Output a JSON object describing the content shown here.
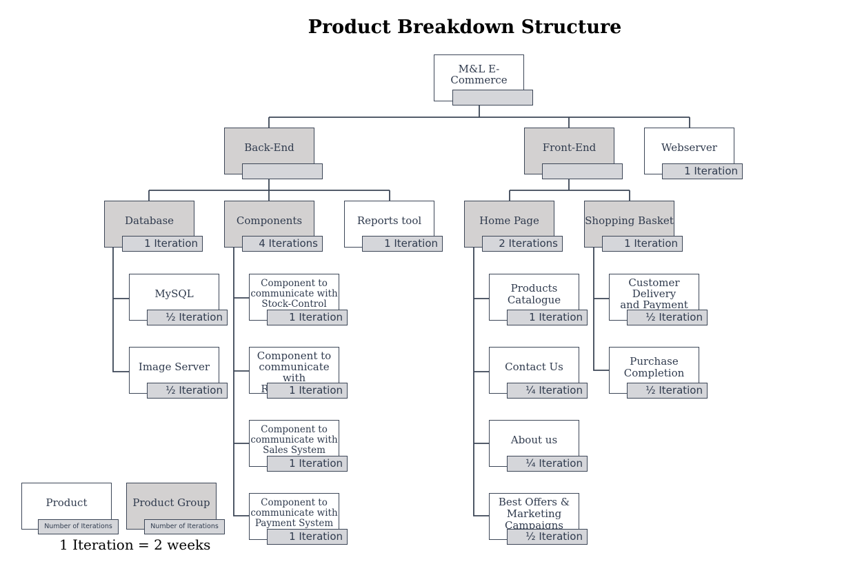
{
  "title": "Product Breakdown Structure",
  "root": {
    "label": "M&L E-\nCommerce",
    "iterations": ""
  },
  "backend": {
    "label": "Back-End",
    "iterations": ""
  },
  "frontend": {
    "label": "Front-End",
    "iterations": ""
  },
  "webserver": {
    "label": "Webserver",
    "iterations": "1 Iteration"
  },
  "database": {
    "label": "Database",
    "iterations": "1 Iteration"
  },
  "components": {
    "label": "Components",
    "iterations": "4 Iterations"
  },
  "reports_tool": {
    "label": "Reports tool",
    "iterations": "1 Iteration"
  },
  "home_page": {
    "label": "Home Page",
    "iterations": "2 Iterations"
  },
  "shopping_basket": {
    "label": "Shopping Basket",
    "iterations": "1 Iteration"
  },
  "mysql": {
    "label": "MySQL",
    "iterations": "½ Iteration"
  },
  "image_server": {
    "label": "Image Server",
    "iterations": "½ Iteration"
  },
  "comp_stock": {
    "label": "Component to\ncommunicate with\nStock-Control",
    "iterations": "1 Iteration"
  },
  "comp_reports": {
    "label": "Component to\ncommunicate with\nReports Tool",
    "iterations": "1 Iteration"
  },
  "comp_sales": {
    "label": "Component to\ncommunicate with\nSales System",
    "iterations": "1 Iteration"
  },
  "comp_payment": {
    "label": "Component to\ncommunicate with\nPayment System",
    "iterations": "1 Iteration"
  },
  "products_catalogue": {
    "label": "Products\nCatalogue",
    "iterations": "1 Iteration"
  },
  "contact_us": {
    "label": "Contact Us",
    "iterations": "¼ Iteration"
  },
  "about_us": {
    "label": "About us",
    "iterations": "¼ Iteration"
  },
  "best_offers": {
    "label": "Best Offers &\nMarketing\nCampaigns",
    "iterations": "½ Iteration"
  },
  "customer_delivery": {
    "label": "Customer Delivery\nand Payment\nDetails",
    "iterations": "½ Iteration"
  },
  "purchase_completion": {
    "label": "Purchase\nCompletion",
    "iterations": "½ Iteration"
  },
  "legend": {
    "product": {
      "label": "Product",
      "iterations": "Number of Iterations"
    },
    "product_group": {
      "label": "Product Group",
      "iterations": "Number of Iterations"
    },
    "note": "1 Iteration = 2 weeks"
  }
}
